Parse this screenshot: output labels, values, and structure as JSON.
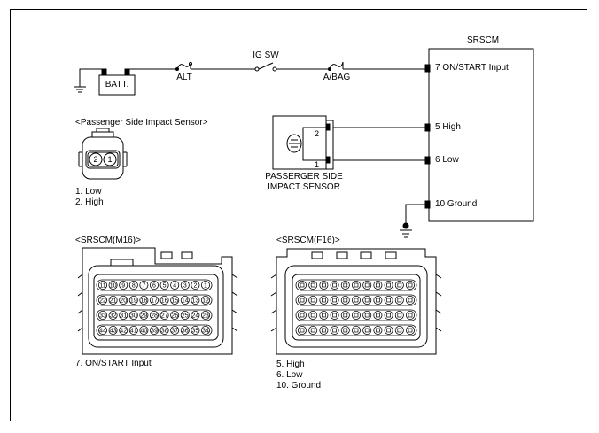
{
  "srscm": {
    "title": "SRSCM",
    "pins": [
      {
        "label": "7 ON/START Input"
      },
      {
        "label": "5 High"
      },
      {
        "label": "6 Low"
      },
      {
        "label": "10 Ground"
      }
    ]
  },
  "supply": {
    "batt": "BATT.",
    "fuse_alt": "ALT",
    "ig_sw": "IG SW",
    "fuse_abag": "A/BAG"
  },
  "sensor": {
    "pin_top": "2",
    "pin_bottom": "1",
    "name_line1": "PASSERGER SIDE",
    "name_line2": "IMPACT SENSOR"
  },
  "connector_sensor": {
    "title": "<Passenger Side Impact Sensor>",
    "pin_left": "2",
    "pin_right": "1",
    "legend": [
      "1. Low",
      "2. High"
    ]
  },
  "connector_m16": {
    "title": "<SRSCM(M16)>",
    "rows": [
      [
        "11",
        "10",
        "9",
        "8",
        "7",
        "6",
        "5",
        "4",
        "3",
        "2",
        "1"
      ],
      [
        "22",
        "21",
        "20",
        "19",
        "18",
        "17",
        "16",
        "15",
        "14",
        "13",
        "12"
      ],
      [
        "33",
        "32",
        "31",
        "30",
        "29",
        "28",
        "27",
        "26",
        "25",
        "24",
        "23"
      ],
      [
        "44",
        "43",
        "42",
        "41",
        "40",
        "39",
        "38",
        "37",
        "36",
        "35",
        "34"
      ]
    ],
    "legend": [
      "7. ON/START Input"
    ]
  },
  "connector_f16": {
    "title": "<SRSCM(F16)>",
    "rows": 4,
    "cols": 11,
    "legend": [
      "5. High",
      "6. Low",
      "10. Ground"
    ]
  }
}
